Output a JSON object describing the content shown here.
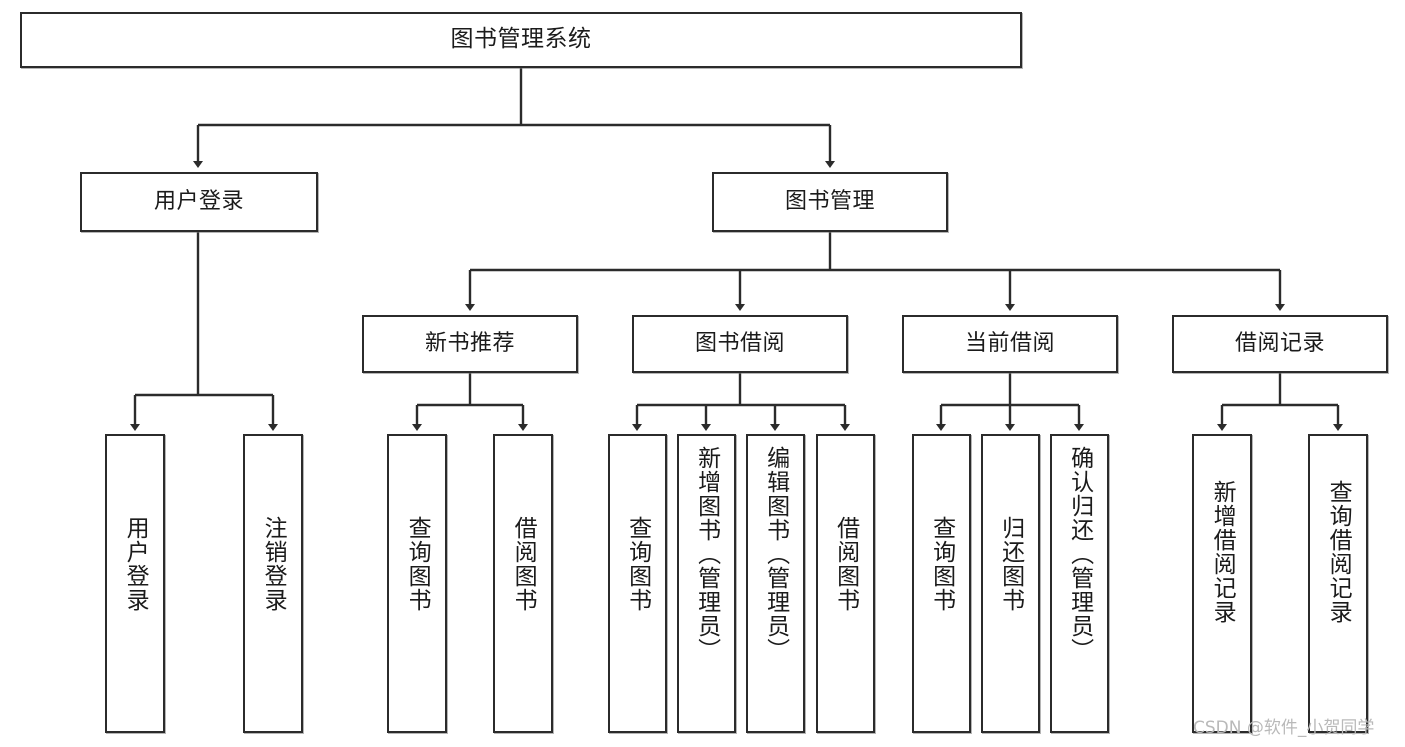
{
  "diagram": {
    "title": "图书管理系统",
    "type": "tree",
    "orientation": "top-down",
    "line_color": "#2b2b2b",
    "box_fill": "#ffffff",
    "background": "#ffffff",
    "nodes": {
      "root": {
        "label": "图书管理系统"
      },
      "level2": [
        {
          "label": "用户登录"
        },
        {
          "label": "图书管理"
        }
      ],
      "level3": [
        {
          "label": "新书推荐"
        },
        {
          "label": "图书借阅"
        },
        {
          "label": "当前借阅"
        },
        {
          "label": "借阅记录"
        }
      ],
      "leaves": {
        "user_login": [
          {
            "label": "用户登录"
          },
          {
            "label": "注销登录"
          }
        ],
        "new_book_recommend": [
          {
            "label": "查询图书"
          },
          {
            "label": "借阅图书"
          }
        ],
        "book_borrow": [
          {
            "label": "查询图书"
          },
          {
            "label": "新增图书（管理员）"
          },
          {
            "label": "编辑图书（管理员）"
          },
          {
            "label": "借阅图书"
          }
        ],
        "current_borrow": [
          {
            "label": "查询图书"
          },
          {
            "label": "归还图书"
          },
          {
            "label": "确认归还（管理员）"
          }
        ],
        "borrow_record": [
          {
            "label": "新增借阅记录"
          },
          {
            "label": "查询借阅记录"
          }
        ]
      }
    }
  },
  "watermark": {
    "text": "CSDN @软件_小贺同学"
  }
}
